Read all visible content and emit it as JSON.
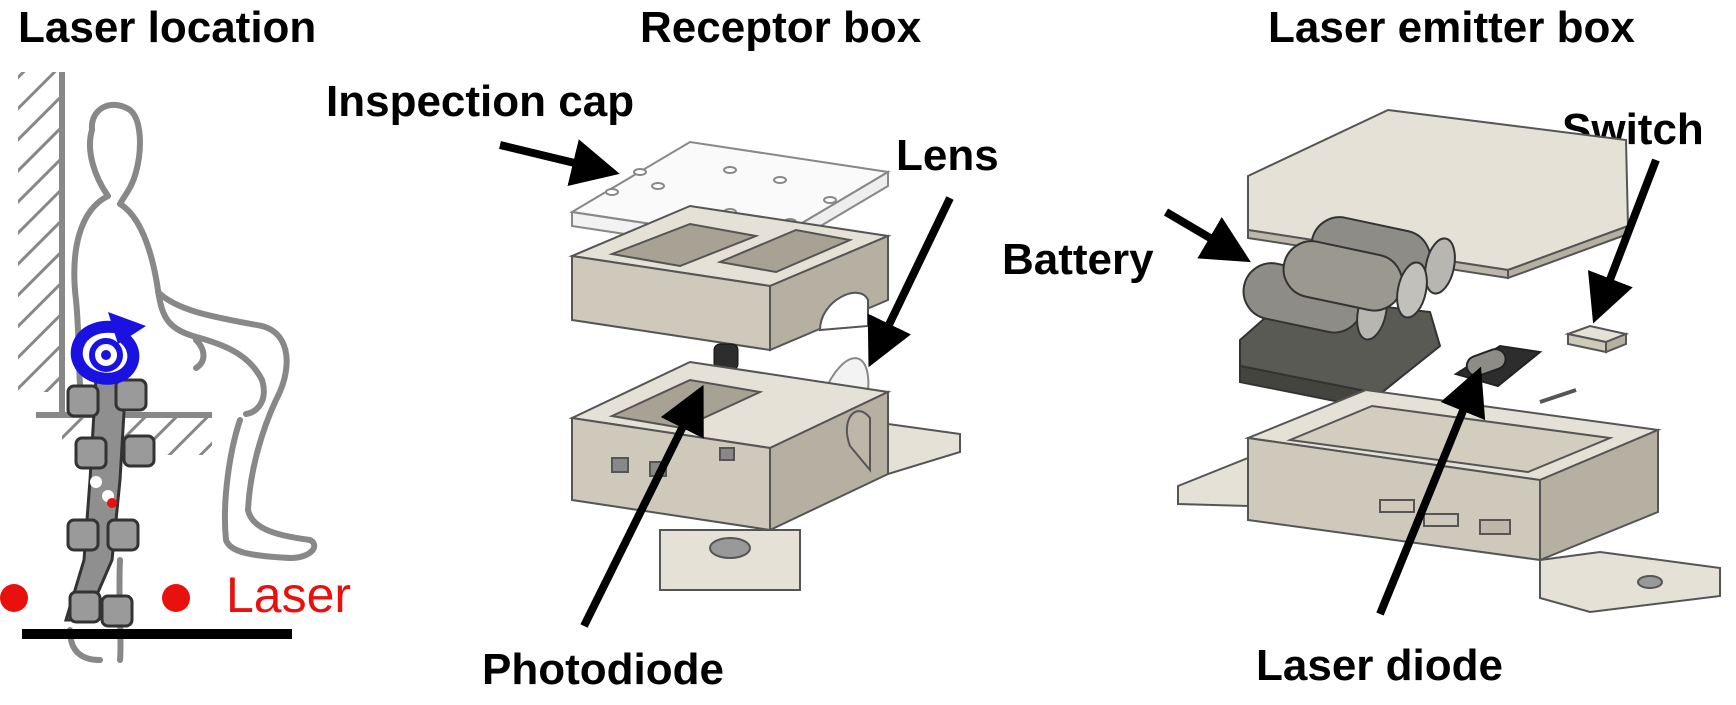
{
  "panels": {
    "laser_location": {
      "title": "Laser location",
      "laser_label": "Laser"
    },
    "receptor_box": {
      "title": "Receptor box",
      "inspection_cap": "Inspection cap",
      "lens": "Lens",
      "photodiode": "Photodiode"
    },
    "emitter_box": {
      "title": "Laser emitter box",
      "switch": "Switch",
      "battery": "Battery",
      "laser_diode": "Laser diode"
    }
  },
  "colors": {
    "outline": "#888888",
    "orthosis": "#8f8f8f",
    "joint_arrow": "#1a12e0",
    "laser_dot": "#e8110e",
    "box_light": "#e6e1d6",
    "box_mid": "#cfc9bb",
    "box_dark": "#b6b0a2",
    "battery_dark": "#5a5a55",
    "battery_mid": "#8e8c86"
  },
  "icons": [
    "seated-human-figure",
    "knee-orthosis",
    "laser-dot",
    "rotation-arrow"
  ]
}
